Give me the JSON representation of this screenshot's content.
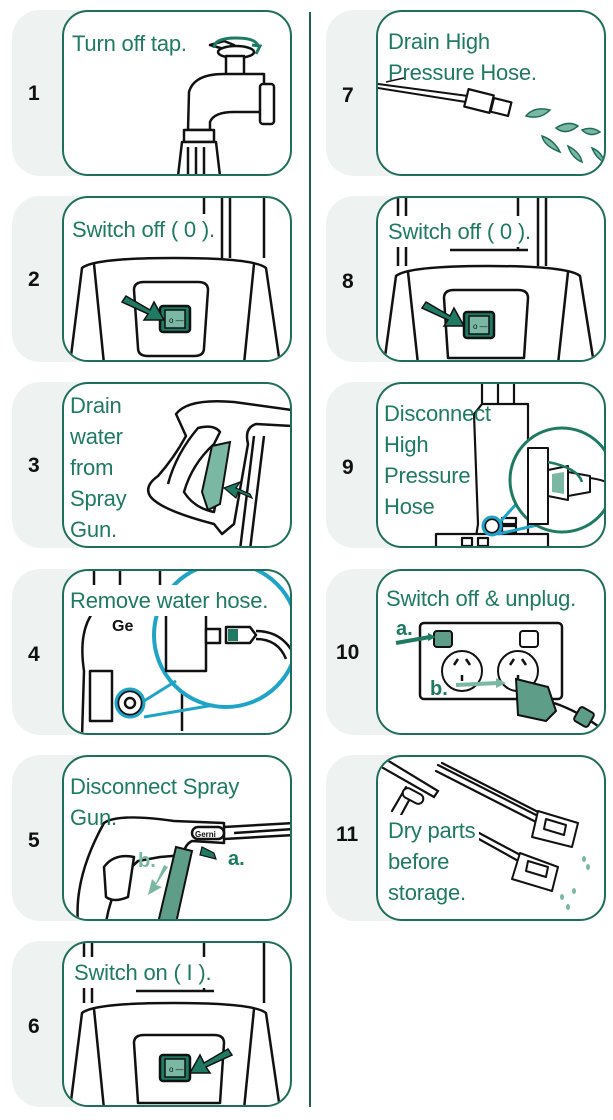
{
  "colors": {
    "accent": "#1f7a63",
    "border": "#1f6e5c",
    "card_tint": "#eef3f1",
    "highlight": "#1fa4c8"
  },
  "steps": [
    {
      "number": "1",
      "text": "Turn off tap.",
      "icon": "tap-icon"
    },
    {
      "number": "2",
      "text": "Switch off ( 0 ).",
      "icon": "power-switch-icon"
    },
    {
      "number": "3",
      "text": "Drain\nwater\nfrom\nSpray\nGun.",
      "icon": "spray-gun-icon"
    },
    {
      "number": "4",
      "text": "Remove water hose.",
      "icon": "water-hose-icon"
    },
    {
      "number": "5",
      "text": "Disconnect Spray Gun.",
      "icon": "spray-gun-lance-icon",
      "marks": [
        "a.",
        "b."
      ],
      "logo": "Gerni"
    },
    {
      "number": "6",
      "text": "Switch on ( I ).",
      "icon": "power-switch-icon"
    },
    {
      "number": "7",
      "text": "Drain High\nPressure Hose.",
      "icon": "hose-nozzle-icon"
    },
    {
      "number": "8",
      "text": "Switch off ( 0 ).",
      "icon": "power-switch-icon"
    },
    {
      "number": "9",
      "text": "Disconnect\nHigh\nPressure\nHose",
      "icon": "hose-connector-icon"
    },
    {
      "number": "10",
      "text": "Switch off & unplug.",
      "icon": "power-outlet-icon",
      "marks": [
        "a.",
        "b."
      ]
    },
    {
      "number": "11",
      "text": "Dry parts\nbefore\nstorage.",
      "icon": "dry-parts-icon"
    }
  ]
}
